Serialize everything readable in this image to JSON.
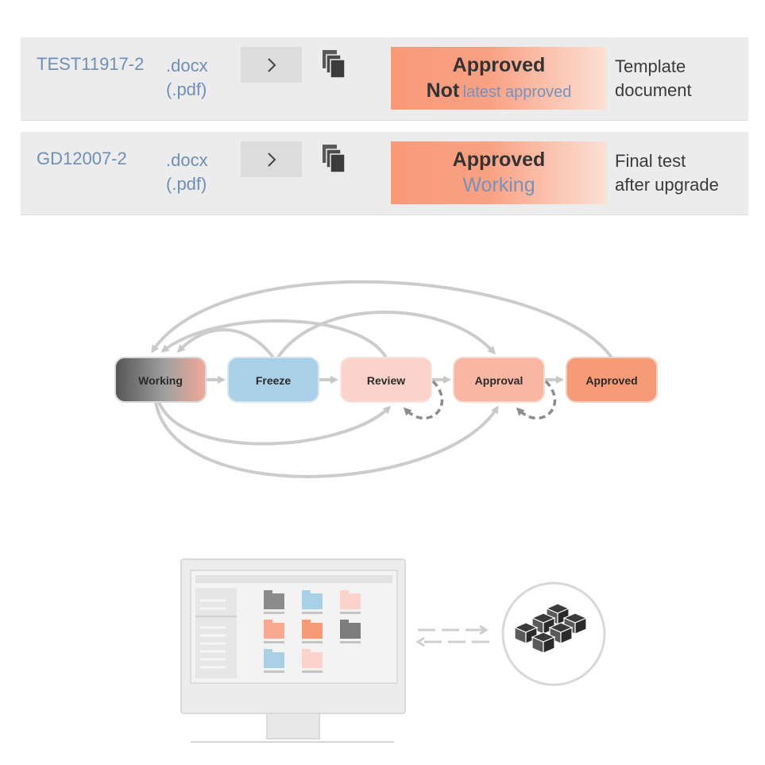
{
  "documents": [
    {
      "id": "TEST11917-2",
      "format_primary": ".docx",
      "format_secondary": "(.pdf)",
      "status_main": "Approved",
      "status_sub_prefix": "Not",
      "status_sub_text": "latest approved",
      "description_line1": "Template",
      "description_line2": "document"
    },
    {
      "id": "GD12007-2",
      "format_primary": ".docx",
      "format_secondary": "(.pdf)",
      "status_main": "Approved",
      "status_sub_prefix": "",
      "status_sub_text": "Working",
      "description_line1": "Final test",
      "description_line2": "after upgrade"
    }
  ],
  "workflow": {
    "states": [
      "Working",
      "Freeze",
      "Review",
      "Approval",
      "Approved"
    ]
  },
  "icons": {
    "open": "chevron-right-icon",
    "copy": "copy-icon",
    "sync": "sync-arrows-icon",
    "repository": "repository-blocks-icon"
  },
  "colors": {
    "working": "#8a8a8a",
    "freeze": "#a9d0e6",
    "review": "#fbd3ca",
    "approval": "#f9b7a3",
    "approved": "#f79a76",
    "link": "#6f8fb6"
  }
}
